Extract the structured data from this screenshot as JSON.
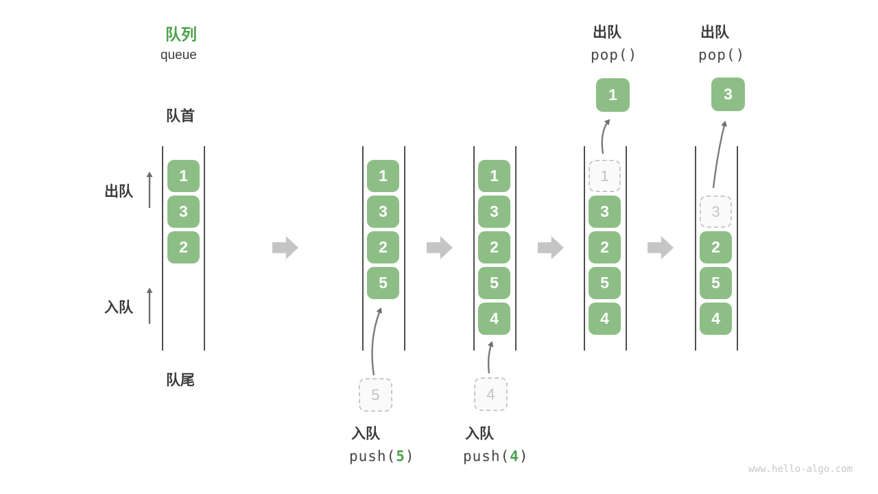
{
  "title": {
    "zh": "队列",
    "en": "queue"
  },
  "side_labels": {
    "front": "队首",
    "rear": "队尾",
    "dequeue": "出队",
    "enqueue": "入队"
  },
  "columns": [
    {
      "boxes": [
        "1",
        "3",
        "2"
      ]
    },
    {
      "boxes": [
        "1",
        "3",
        "2",
        "5"
      ]
    },
    {
      "boxes": [
        "1",
        "3",
        "2",
        "5",
        "4"
      ]
    },
    {
      "ghost": "1",
      "boxes": [
        "3",
        "2",
        "5",
        "4"
      ]
    },
    {
      "ghost": "3",
      "boxes": [
        "2",
        "5",
        "4"
      ]
    }
  ],
  "operations": {
    "push5": {
      "label": "入队",
      "fn": "push(",
      "arg": "5",
      "close": ")",
      "incoming": "5"
    },
    "push4": {
      "label": "入队",
      "fn": "push(",
      "arg": "4",
      "close": ")",
      "incoming": "4"
    },
    "pop1": {
      "label": "出队",
      "code": "pop()",
      "popped": "1"
    },
    "pop3": {
      "label": "出队",
      "code": "pop()",
      "popped": "3"
    }
  },
  "watermark": "www.hello-algo.com",
  "colors": {
    "green_accent": "#4da14d",
    "green_box": "#8dbe86",
    "gray_block_arrow": "#c5c5c5",
    "gray_wall": "#4e4e4e",
    "gray_thin_arrow": "#6f6f6f",
    "text_dark": "#3b3b3b",
    "ghost_border": "#c9c9c9",
    "ghost_text": "#c3c3c3"
  }
}
